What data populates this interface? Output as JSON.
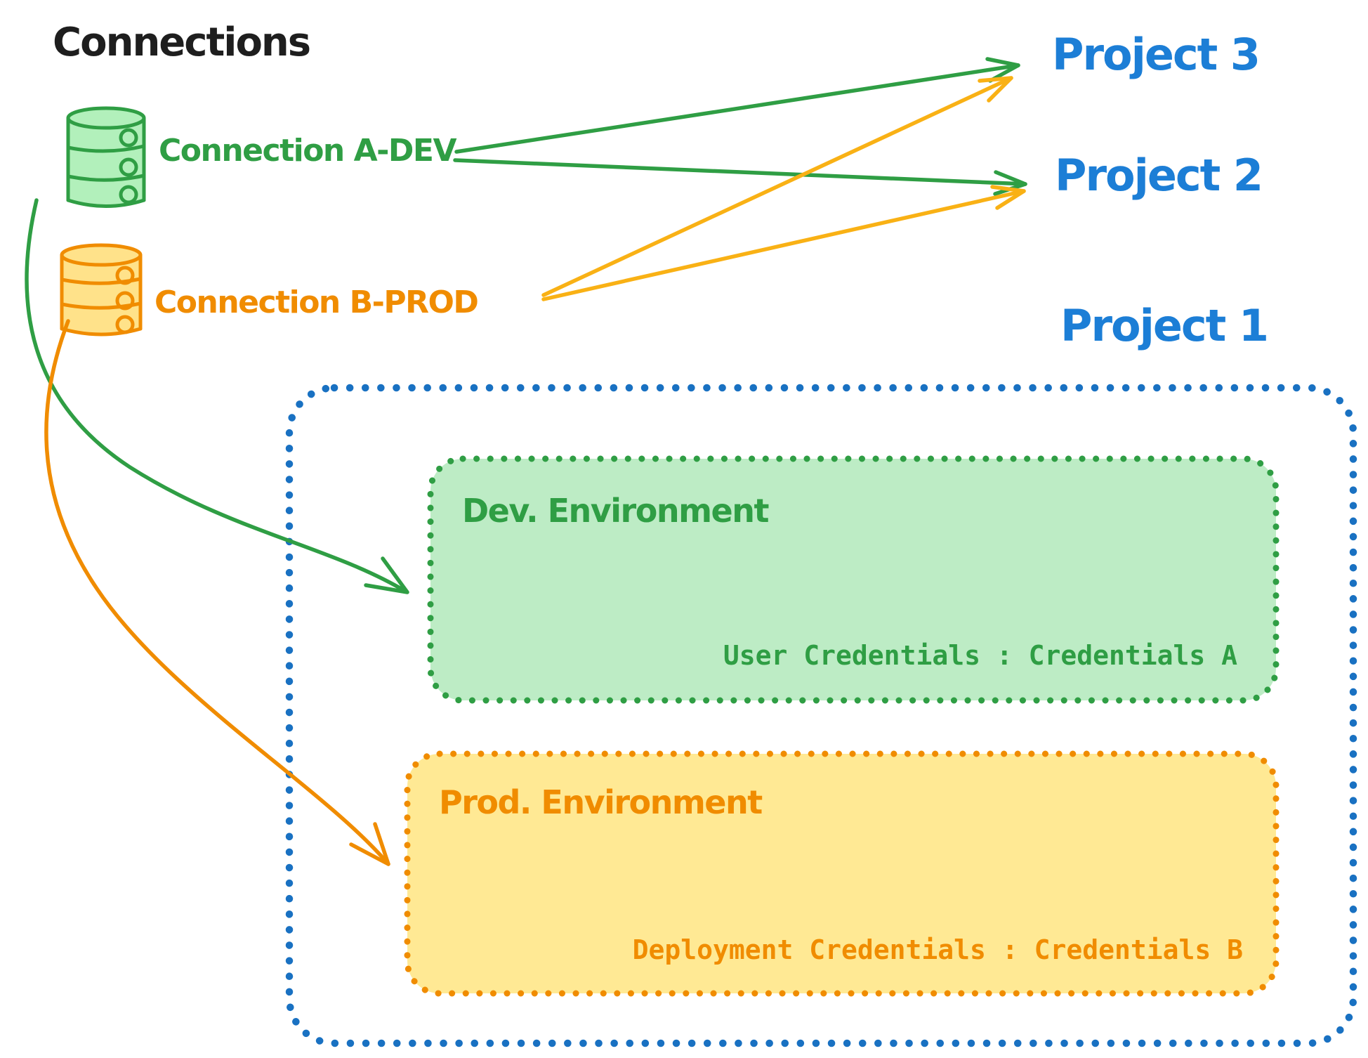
{
  "title": "Connections",
  "palette": {
    "black": "#1e1e1e",
    "green_stroke": "#2f9e44",
    "green_db_fill": "#b2f0bb",
    "green_box_fill": "#bdecc5",
    "orange_stroke": "#f08c00",
    "orange_db_fill": "#ffe28a",
    "orange_box_fill": "#ffe994",
    "blue_stroke": "#1971c2",
    "blue_text": "#1c7ed6"
  },
  "connections": [
    {
      "label": "Connection A-DEV",
      "icon": "database-icon",
      "color": "#2f9e44"
    },
    {
      "label": "Connection B-PROD",
      "icon": "database-icon",
      "color": "#f08c00"
    }
  ],
  "projects": [
    {
      "label": "Project 3"
    },
    {
      "label": "Project 2"
    },
    {
      "label": "Project 1"
    }
  ],
  "environments": [
    {
      "title": "Dev. Environment",
      "credentials_label": "User Credentials : Credentials A"
    },
    {
      "title": "Prod. Environment",
      "credentials_label": "Deployment Credentials : Credentials B"
    }
  ],
  "edges": [
    {
      "from": "Connection A-DEV",
      "to": "Project 3",
      "color": "#2f9e44",
      "style": "straight-arrow"
    },
    {
      "from": "Connection A-DEV",
      "to": "Project 2",
      "color": "#2f9e44",
      "style": "straight-arrow"
    },
    {
      "from": "Connection B-PROD",
      "to": "Project 3",
      "color": "#f08c00",
      "style": "straight-arrow"
    },
    {
      "from": "Connection B-PROD",
      "to": "Project 2",
      "color": "#f08c00",
      "style": "straight-arrow"
    },
    {
      "from": "Connection A-DEV",
      "to": "Dev. Environment",
      "color": "#2f9e44",
      "style": "curved-arrow"
    },
    {
      "from": "Connection B-PROD",
      "to": "Prod. Environment",
      "color": "#f08c00",
      "style": "curved-arrow"
    }
  ]
}
